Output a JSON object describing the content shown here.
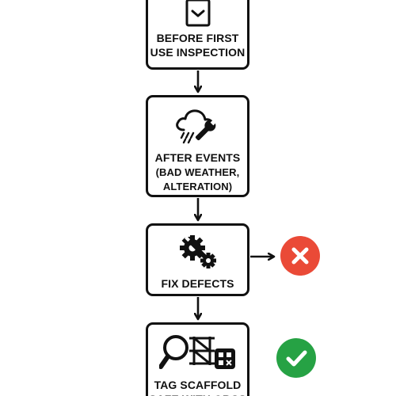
{
  "steps": [
    {
      "id": "before-first-use",
      "icon": "clipboard-check-icon",
      "label": "BEFORE FIRST\nUSE INSPECTION"
    },
    {
      "id": "after-events",
      "icon": "storm-cloud-wrench-icon",
      "label": "AFTER EVENTS",
      "sublabel": "(BAD WEATHER,\nALTERATION)"
    },
    {
      "id": "fix-defects",
      "icon": "gears-wrench-icon",
      "label": "FIX DEFECTS"
    },
    {
      "id": "tag-scaffold",
      "icon": "magnifier-scaffold-tag-icon",
      "label": "TAG SCAFFOLD\nSAFE WITH QRCS"
    }
  ],
  "status_badges": {
    "fail": {
      "icon": "cross-icon",
      "color": "#ea4a37"
    },
    "pass": {
      "icon": "check-icon",
      "color": "#26a244"
    }
  },
  "colors": {
    "stroke": "#111111",
    "background": "#ffffff"
  }
}
